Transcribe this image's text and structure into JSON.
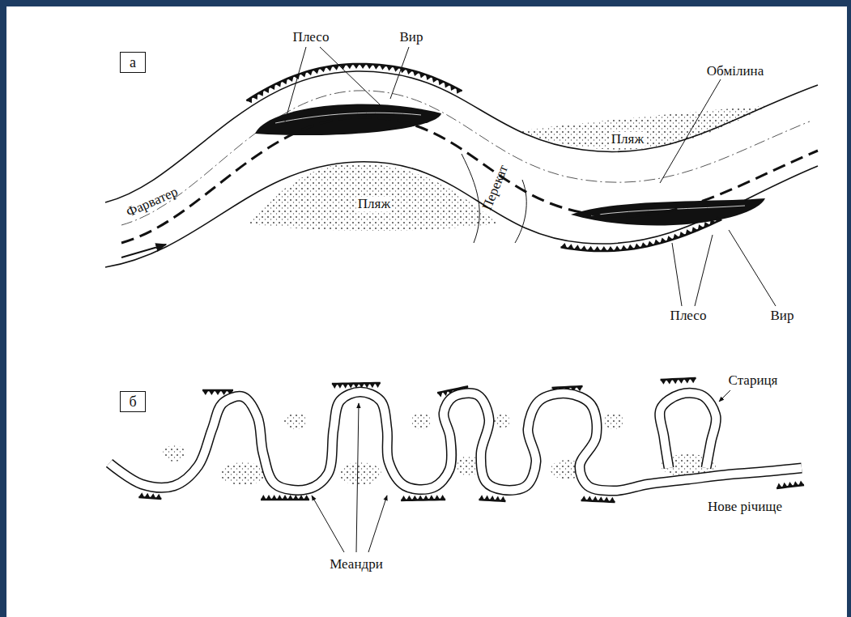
{
  "diagram": {
    "nodes": [
      {
        "text": [
          "а"
        ]
      },
      {
        "text": [
          "б"
        ]
      }
    ],
    "labels": [
      "Плесо",
      "Вир",
      "Обмілина",
      "Пляж",
      "Фарватер",
      "Пляж",
      "Перекат",
      "Плесо",
      "Вир",
      "Стариця",
      "Меандри",
      "Нове річище"
    ]
  }
}
